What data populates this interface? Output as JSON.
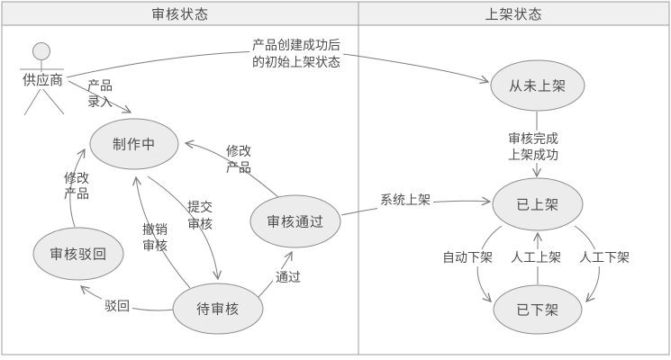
{
  "colors": {
    "background": "#ffffff",
    "border": "#9e9e9e",
    "header_fill": "#f0f0f0",
    "line": "#7d7d7d",
    "node_fill": "#ececec",
    "node_stroke": "#8d8d8d",
    "text": "#4c4c4c"
  },
  "lanes": {
    "review_title": "审核状态",
    "listing_title": "上架状态"
  },
  "actor": {
    "label": "供应商"
  },
  "nodes": {
    "making": "制作中",
    "rejected": "审核驳回",
    "pending": "待审核",
    "approved": "审核通过",
    "never_listed": "从未上架",
    "listed": "已上架",
    "delisted": "已下架"
  },
  "transitions": [
    {
      "from": "supplier",
      "to": "never_listed",
      "lines": [
        "产品创建成功后",
        "的初始上架状态"
      ]
    },
    {
      "from": "supplier",
      "to": "making",
      "lines": [
        "产品",
        "录入"
      ]
    },
    {
      "from": "rejected",
      "to": "making",
      "lines": [
        "修改",
        "产品"
      ]
    },
    {
      "from": "making",
      "to": "pending",
      "lines": [
        "提交",
        "审核"
      ]
    },
    {
      "from": "pending",
      "to": "making",
      "lines": [
        "撤销",
        "审核"
      ]
    },
    {
      "from": "pending",
      "to": "rejected",
      "lines": [
        "驳回"
      ]
    },
    {
      "from": "pending",
      "to": "approved",
      "lines": [
        "通过"
      ]
    },
    {
      "from": "approved",
      "to": "making",
      "lines": [
        "修改",
        "产品"
      ]
    },
    {
      "from": "approved",
      "to": "listed",
      "lines": [
        "系统上架"
      ]
    },
    {
      "from": "never_listed",
      "to": "listed",
      "lines": [
        "审核完成",
        "上架成功"
      ]
    },
    {
      "from": "delisted",
      "to": "listed",
      "lines": [
        "人工上架"
      ]
    },
    {
      "from": "listed",
      "to": "delisted",
      "lines": [
        "自动下架"
      ]
    },
    {
      "from": "listed",
      "to": "delisted",
      "lines": [
        "人工下架"
      ]
    }
  ]
}
